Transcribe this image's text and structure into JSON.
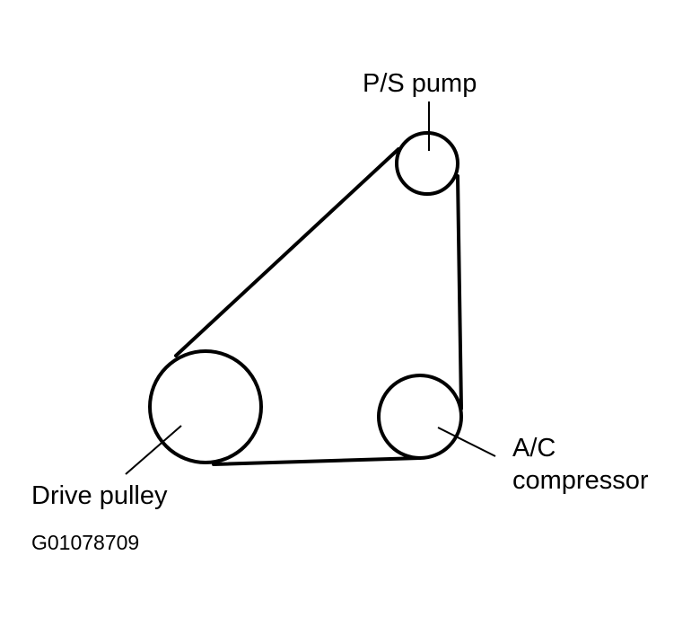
{
  "diagram": {
    "labels": {
      "ps_pump": "P/S pump",
      "drive_pulley": "Drive pulley",
      "ac_line1": "A/C",
      "ac_line2": "compressor"
    },
    "figure_code": "G01078709",
    "colors": {
      "line": "#000000",
      "background": "#ffffff"
    }
  }
}
